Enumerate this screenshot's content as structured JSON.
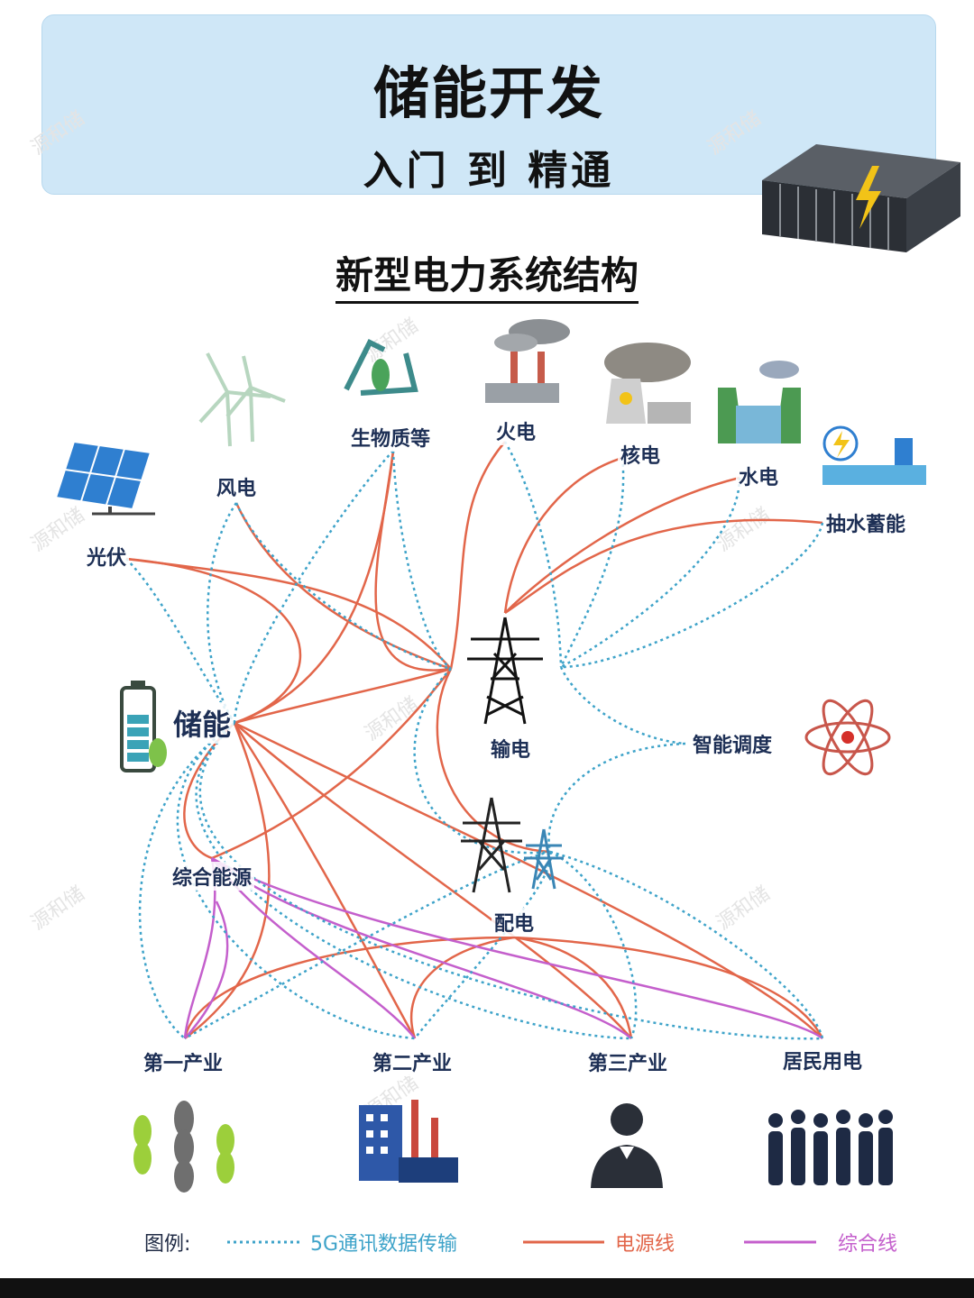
{
  "header": {
    "title": "储能开发",
    "subtitle": "入门 到 精通"
  },
  "section_title": "新型电力系统结构",
  "watermark": "源和储",
  "nodes": {
    "pv": "光伏",
    "wind": "风电",
    "biomass": "生物质等",
    "thermal": "火电",
    "nuclear": "核电",
    "hydro": "水电",
    "pumped": "抽水蓄能",
    "storage": "储能",
    "transmission": "输电",
    "dispatch": "智能调度",
    "integrated": "综合能源",
    "distribution": "配电",
    "primary": "第一产业",
    "secondary": "第二产业",
    "tertiary": "第三产业",
    "residential": "居民用电"
  },
  "legend": {
    "title": "图例:",
    "items": [
      {
        "label": "5G通讯数据传输",
        "style": "dotted",
        "color": "#3ea3c9"
      },
      {
        "label": "电源线",
        "style": "solid",
        "color": "#e2664a"
      },
      {
        "label": "综合线",
        "style": "solid",
        "color": "#c45fcc"
      }
    ]
  },
  "colors": {
    "data_line": "#3ea3c9",
    "power_line": "#e2664a",
    "composite_line": "#c45fcc",
    "banner_bg": "#cfe7f7"
  },
  "icons": [
    "solar-panel-icon",
    "wind-turbine-icon",
    "recycle-icon",
    "thermal-plant-icon",
    "nuclear-plant-icon",
    "hydro-dam-icon",
    "pumped-storage-icon",
    "battery-icon",
    "transmission-tower-icon",
    "distribution-tower-icon",
    "atom-icon",
    "wheat-icon",
    "factory-icon",
    "businessman-icon",
    "crowd-icon",
    "container-storage-icon"
  ]
}
